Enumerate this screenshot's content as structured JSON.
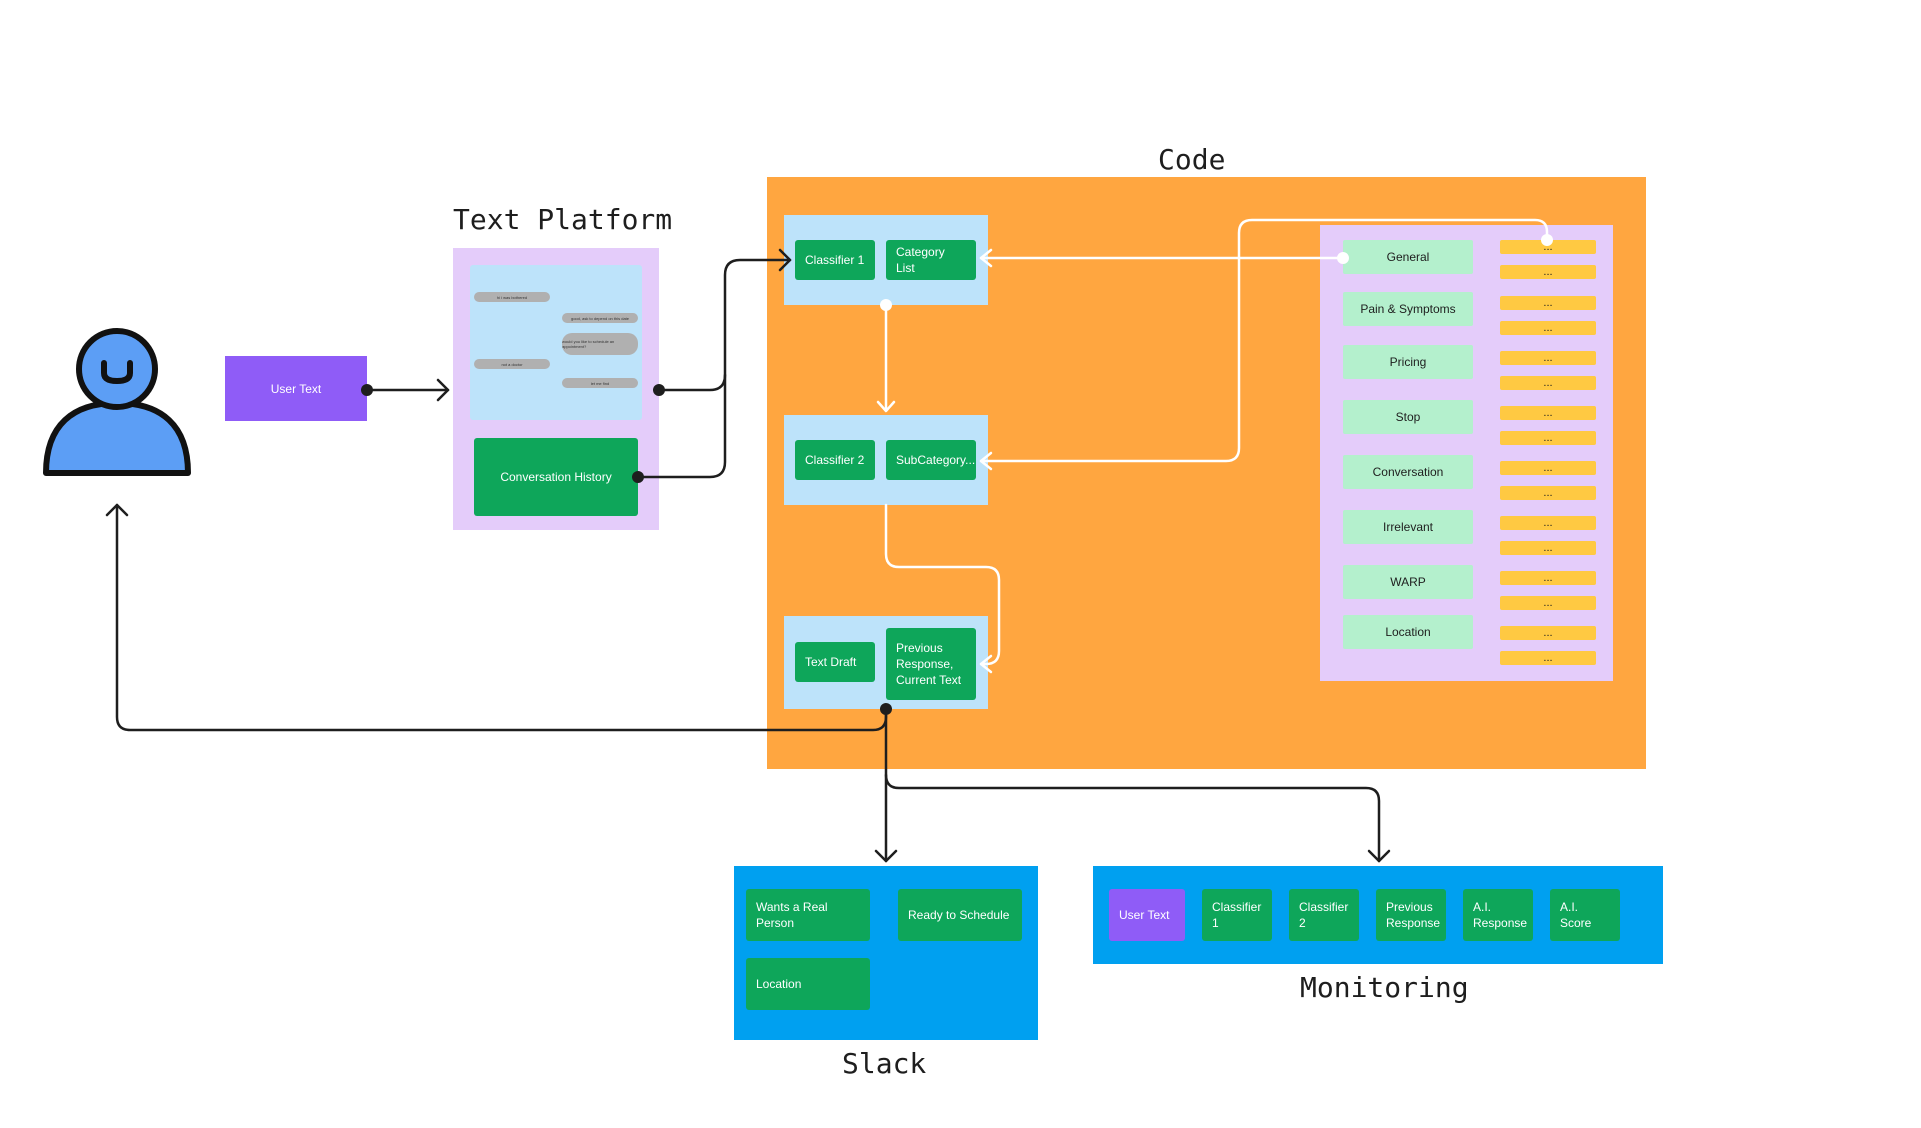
{
  "titles": {
    "text_platform": "Text Platform",
    "code": "Code",
    "slack": "Slack",
    "monitoring": "Monitoring"
  },
  "user_text": "User Text",
  "text_platform": {
    "chat_bubbles": [
      "hi i was bothered",
      "good, ask to depend on this date",
      "would you like to schedule an appointment?",
      "not a doctor",
      "let me find"
    ],
    "conversation_history": "Conversation History"
  },
  "code": {
    "classifier1": "Classifier 1",
    "category_list": "Category List",
    "classifier2": "Classifier 2",
    "subcategory": "SubCategory...",
    "text_draft": "Text Draft",
    "previous_response": "Previous Response, Current Text",
    "categories": [
      "General",
      "Pain & Symptoms",
      "Pricing",
      "Stop",
      "Conversation",
      "Irrelevant",
      "WARP",
      "Location"
    ],
    "ellipsis": "..."
  },
  "slack": {
    "items": [
      "Wants a Real Person",
      "Ready to Schedule",
      "Location"
    ]
  },
  "monitoring": {
    "items": [
      "User Text",
      "Classifier 1",
      "Classifier 2",
      "Previous Response",
      "A.I. Response",
      "A.I. Score"
    ]
  },
  "colors": {
    "code_bg": "#ffa640",
    "lilac": "#e4ccfa",
    "light_blue": "#bde3fa",
    "green": "#0ea65a",
    "light_green": "#b4f0cd",
    "yellow": "#ffc942",
    "purple": "#8f5cf7",
    "blue": "#00a0f0",
    "avatar": "#5c9ef5"
  },
  "icons": {
    "user": "person-icon"
  }
}
